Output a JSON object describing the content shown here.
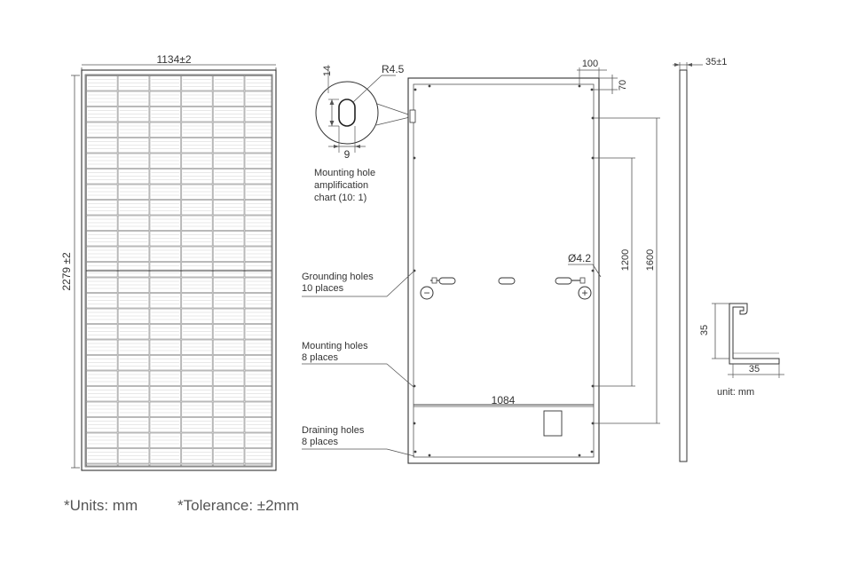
{
  "front_view": {
    "width_label": "1134±2",
    "height_label": "2279 ±2"
  },
  "detail": {
    "dim_14": "14",
    "radius": "R4.5",
    "dim_9": "9",
    "caption_1": "Mounting hole",
    "caption_2": "amplification",
    "caption_3": "chart (10: 1)"
  },
  "back_view": {
    "dim_100": "100",
    "dim_70": "70",
    "dim_1200": "1200",
    "dim_1600": "1600",
    "dim_hole": "Ø4.2",
    "dim_1084": "1084",
    "minus_sign": "−",
    "plus_sign": "+"
  },
  "callouts": {
    "grounding_1": "Grounding holes",
    "grounding_2": "10 places",
    "mounting_1": "Mounting holes",
    "mounting_2": "8 places",
    "draining_1": "Draining holes",
    "draining_2": "8 places"
  },
  "side_view": {
    "thickness": "35±1"
  },
  "profile": {
    "height": "35",
    "width": "35",
    "unit_note": "unit: mm"
  },
  "footer": {
    "units": "*Units: mm",
    "tolerance": "*Tolerance: ±2mm"
  }
}
